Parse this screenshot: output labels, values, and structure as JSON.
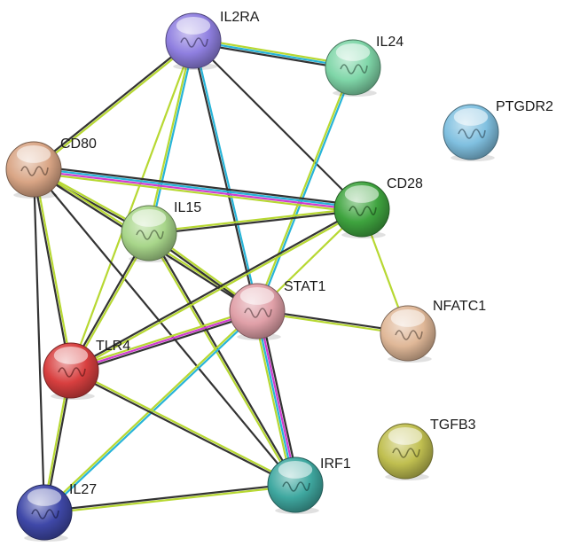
{
  "nodes": [
    {
      "id": "IL2RA",
      "label": "IL2RA",
      "color": "#8f7fe0"
    },
    {
      "id": "IL24",
      "label": "IL24",
      "color": "#7fd6a8"
    },
    {
      "id": "PTGDR2",
      "label": "PTGDR2",
      "color": "#80c0e0"
    },
    {
      "id": "CD80",
      "label": "CD80",
      "color": "#d9a585"
    },
    {
      "id": "IL15",
      "label": "IL15",
      "color": "#a8d68a"
    },
    {
      "id": "CD28",
      "label": "CD28",
      "color": "#3fa43f"
    },
    {
      "id": "STAT1",
      "label": "STAT1",
      "color": "#e0a0a8"
    },
    {
      "id": "NFATC1",
      "label": "NFATC1",
      "color": "#e0b898"
    },
    {
      "id": "TLR4",
      "label": "TLR4",
      "color": "#d83f3f"
    },
    {
      "id": "TGFB3",
      "label": "TGFB3",
      "color": "#c0bf50"
    },
    {
      "id": "IRF1",
      "label": "IRF1",
      "color": "#3fa8a0"
    },
    {
      "id": "IL27",
      "label": "IL27",
      "color": "#3f48a8"
    }
  ],
  "edge_colors": {
    "black": "#333333",
    "yellow": "#b7d832",
    "cyan": "#27b4d8",
    "magenta": "#d03cd0",
    "light": "#c9dcd2"
  },
  "edges": [
    {
      "source": "IL2RA",
      "target": "CD80",
      "types": [
        "yellow",
        "black"
      ]
    },
    {
      "source": "IL2RA",
      "target": "IL24",
      "types": [
        "yellow",
        "cyan",
        "black"
      ]
    },
    {
      "source": "IL2RA",
      "target": "CD28",
      "types": [
        "black"
      ]
    },
    {
      "source": "IL2RA",
      "target": "IL15",
      "types": [
        "cyan",
        "yellow"
      ]
    },
    {
      "source": "IL2RA",
      "target": "STAT1",
      "types": [
        "cyan",
        "black"
      ]
    },
    {
      "source": "IL2RA",
      "target": "TLR4",
      "types": [
        "yellow"
      ]
    },
    {
      "source": "IL24",
      "target": "STAT1",
      "types": [
        "cyan",
        "yellow"
      ]
    },
    {
      "source": "CD80",
      "target": "CD28",
      "types": [
        "black",
        "cyan",
        "magenta",
        "yellow"
      ]
    },
    {
      "source": "CD80",
      "target": "IL15",
      "types": [
        "yellow",
        "black"
      ]
    },
    {
      "source": "CD80",
      "target": "STAT1",
      "types": [
        "yellow",
        "black"
      ]
    },
    {
      "source": "CD80",
      "target": "TLR4",
      "types": [
        "yellow",
        "black"
      ]
    },
    {
      "source": "CD80",
      "target": "IRF1",
      "types": [
        "black"
      ]
    },
    {
      "source": "CD80",
      "target": "IL27",
      "types": [
        "black"
      ]
    },
    {
      "source": "IL15",
      "target": "CD28",
      "types": [
        "yellow",
        "black"
      ]
    },
    {
      "source": "IL15",
      "target": "STAT1",
      "types": [
        "yellow",
        "black"
      ]
    },
    {
      "source": "IL15",
      "target": "TLR4",
      "types": [
        "yellow",
        "black"
      ]
    },
    {
      "source": "IL15",
      "target": "IRF1",
      "types": [
        "black",
        "yellow"
      ]
    },
    {
      "source": "CD28",
      "target": "STAT1",
      "types": [
        "yellow"
      ]
    },
    {
      "source": "CD28",
      "target": "NFATC1",
      "types": [
        "yellow"
      ]
    },
    {
      "source": "CD28",
      "target": "TLR4",
      "types": [
        "yellow",
        "black"
      ]
    },
    {
      "source": "STAT1",
      "target": "NFATC1",
      "types": [
        "black",
        "yellow"
      ]
    },
    {
      "source": "STAT1",
      "target": "TLR4",
      "types": [
        "black",
        "magenta",
        "yellow"
      ]
    },
    {
      "source": "STAT1",
      "target": "IRF1",
      "types": [
        "black",
        "magenta",
        "cyan",
        "yellow"
      ]
    },
    {
      "source": "STAT1",
      "target": "IL27",
      "types": [
        "cyan",
        "yellow"
      ]
    },
    {
      "source": "TLR4",
      "target": "IRF1",
      "types": [
        "yellow",
        "black"
      ]
    },
    {
      "source": "TLR4",
      "target": "IL27",
      "types": [
        "black",
        "yellow"
      ]
    },
    {
      "source": "IRF1",
      "target": "IL27",
      "types": [
        "yellow",
        "black"
      ]
    }
  ]
}
